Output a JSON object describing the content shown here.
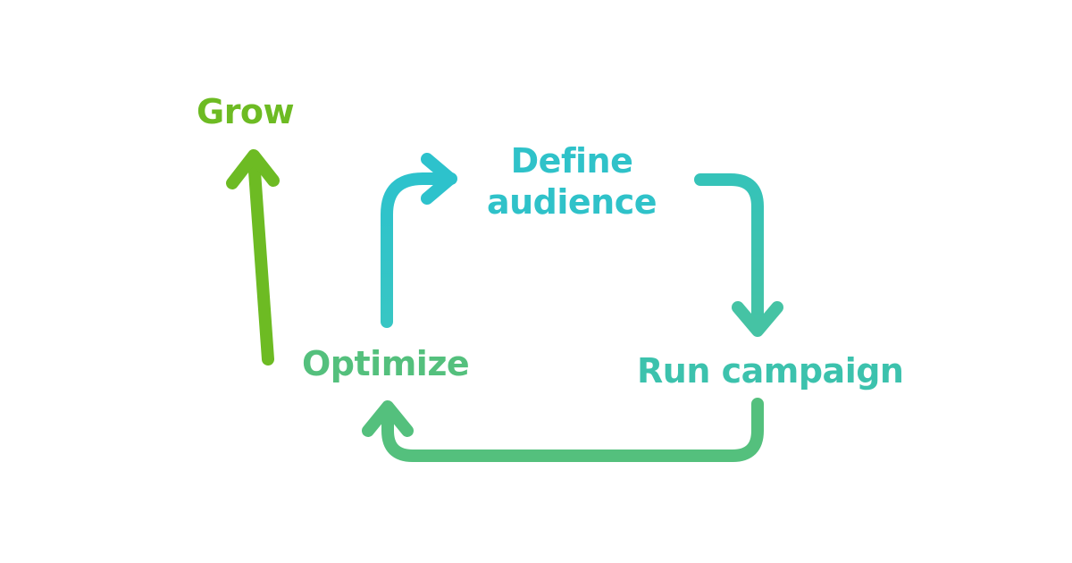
{
  "diagram": {
    "type": "cycle",
    "steps": [
      {
        "id": "define",
        "line1": "Define",
        "line2": "audience"
      },
      {
        "id": "run",
        "label": "Run campaign"
      },
      {
        "id": "optimize",
        "label": "Optimize"
      }
    ],
    "exit": {
      "label": "Grow"
    }
  },
  "colors": {
    "grow": "#6dbb23",
    "define": "#2fc2c9",
    "run": "#3cc2ad",
    "optimize": "#54c07d"
  }
}
